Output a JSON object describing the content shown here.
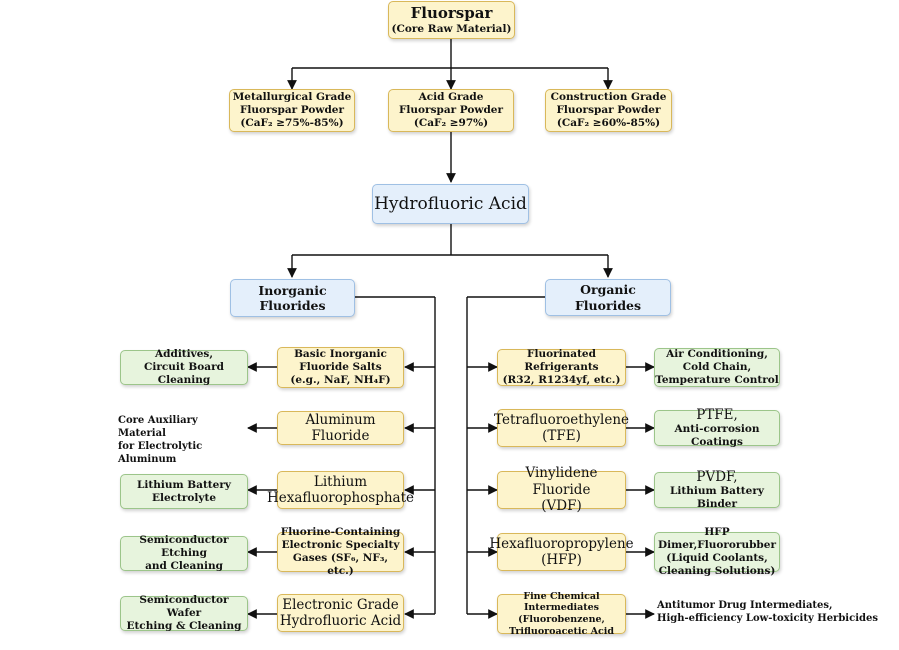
{
  "root": {
    "title": "Fluorspar",
    "subtitle": "(Core Raw Material)"
  },
  "grades": [
    {
      "lines": [
        "Metallurgical Grade",
        "Fluorspar Powder",
        "(CaF₂ ≥75%-85%)"
      ]
    },
    {
      "lines": [
        "Acid Grade",
        "Fluorspar Powder",
        "(CaF₂ ≥97%)"
      ]
    },
    {
      "lines": [
        "Construction Grade",
        "Fluorspar Powder",
        "(CaF₂ ≥60%-85%)"
      ]
    }
  ],
  "hf": {
    "label": "Hydrofluoric Acid"
  },
  "inorganic": {
    "label": "Inorganic Fluorides",
    "items": [
      {
        "product": [
          "Basic Inorganic",
          "Fluoride Salts",
          "(e.g., NaF, NH₄F)"
        ],
        "application": [
          "Additives,",
          "Circuit Board Cleaning"
        ]
      },
      {
        "product": [
          "Aluminum Fluoride"
        ],
        "application": [
          "Core Auxiliary Material",
          "for Electrolytic Aluminum"
        ]
      },
      {
        "product": [
          "Lithium",
          "Hexafluorophosphate"
        ],
        "application": [
          "Lithium Battery",
          "Electrolyte"
        ]
      },
      {
        "product": [
          "Fluorine-Containing",
          "Electronic Specialty",
          "Gases (SF₆, NF₃, etc.)"
        ],
        "application": [
          "Semiconductor Etching",
          "and Cleaning"
        ]
      },
      {
        "product": [
          "Electronic Grade",
          "Hydrofluoric Acid"
        ],
        "application": [
          "Semiconductor Wafer",
          "Etching & Cleaning"
        ]
      }
    ]
  },
  "organic": {
    "label": "Organic Fluorides",
    "items": [
      {
        "product": [
          "Fluorinated Refrigerants",
          "(R32, R1234yf, etc.)"
        ],
        "application": [
          "Air Conditioning,",
          "Cold Chain,",
          "Temperature Control"
        ]
      },
      {
        "product": [
          "Tetrafluoroethylene",
          "(TFE)"
        ],
        "application": [
          "PTFE,",
          "Anti-corrosion Coatings"
        ]
      },
      {
        "product": [
          "Vinylidene Fluoride",
          "(VDF)"
        ],
        "application": [
          "PVDF,",
          "Lithium Battery Binder"
        ]
      },
      {
        "product": [
          "Hexafluoropropylene",
          "(HFP)"
        ],
        "application": [
          "HFP Dimer,Fluororubber",
          "(Liquid Coolants,",
          "Cleaning Solutions)"
        ]
      },
      {
        "product": [
          "Fine Chemical",
          "Intermediates",
          "(Fluorobenzene,",
          "Trifluoroacetic Acid"
        ],
        "application": [
          "Antitumor Drug Intermediates,",
          "High-efficiency Low-toxicity Herbicides"
        ]
      }
    ]
  }
}
